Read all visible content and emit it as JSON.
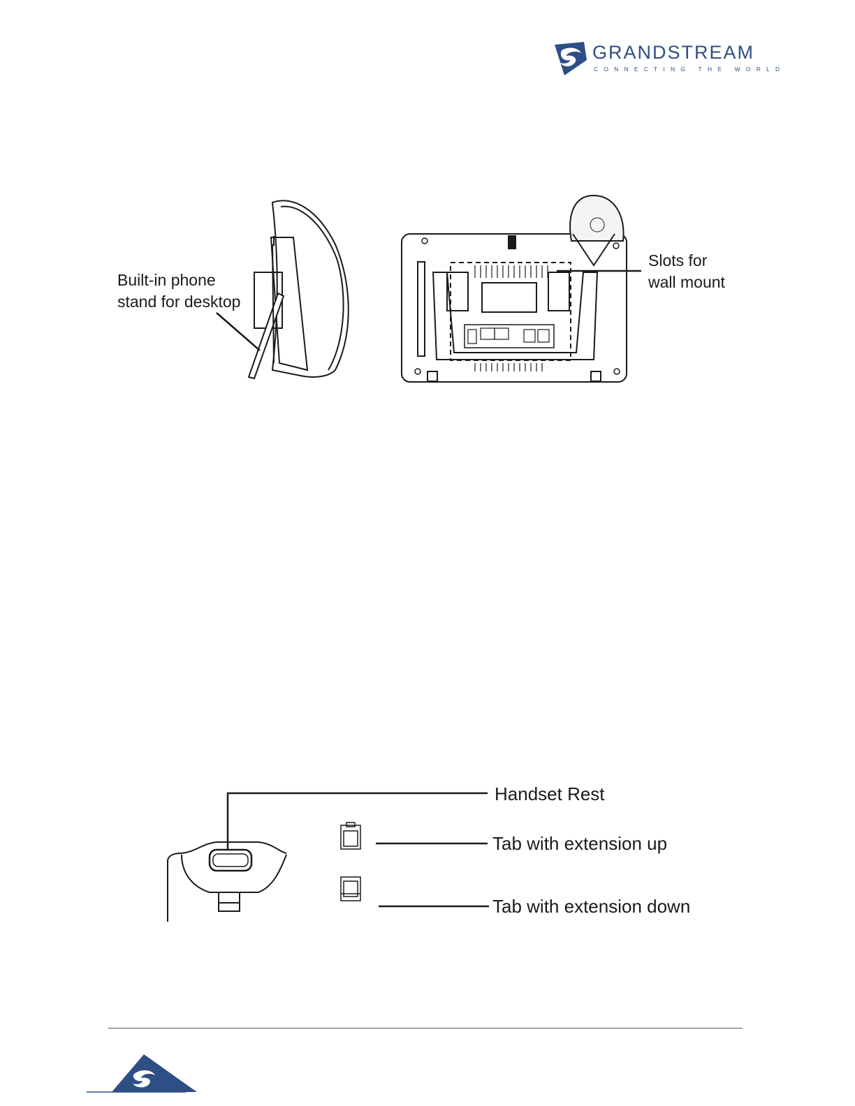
{
  "header": {
    "brand_name": "GRANDSTREAM",
    "brand_tagline": "CONNECTING THE WORLD"
  },
  "figure_stand": {
    "desk_stand_label_line1": "Built-in phone",
    "desk_stand_label_line2": "stand for desktop",
    "wall_slots_label_line1": "Slots for",
    "wall_slots_label_line2": "wall mount"
  },
  "figure_handset": {
    "handset_rest_label": "Handset Rest",
    "tab_up_label": "Tab with extension up",
    "tab_down_label": "Tab with extension down"
  },
  "colors": {
    "brand_blue": "#2d4f86",
    "line_art": "#1a1a1a"
  }
}
